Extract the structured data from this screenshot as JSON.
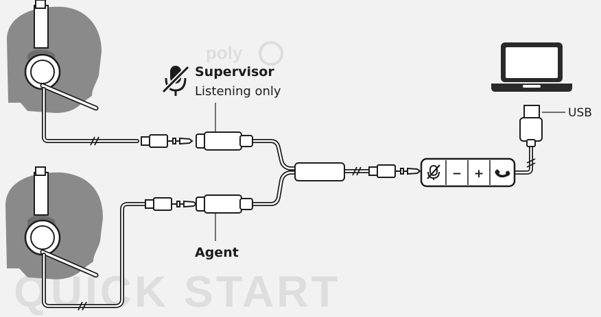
{
  "labels": {
    "supervisor_title": "Supervisor",
    "supervisor_subtitle": "Listening only",
    "agent": "Agent",
    "usb": "USB"
  },
  "controller_buttons": {
    "mute": "mute-icon",
    "minus": "−",
    "plus": "+",
    "call": "phone-icon"
  },
  "watermark": {
    "brand": "poly",
    "text": "QUICK START"
  },
  "colors": {
    "ink": "#1c1c1c",
    "head_fill": "#8a8a8a",
    "paper": "#f2f2f2",
    "watermark": "#dcdcdc"
  }
}
